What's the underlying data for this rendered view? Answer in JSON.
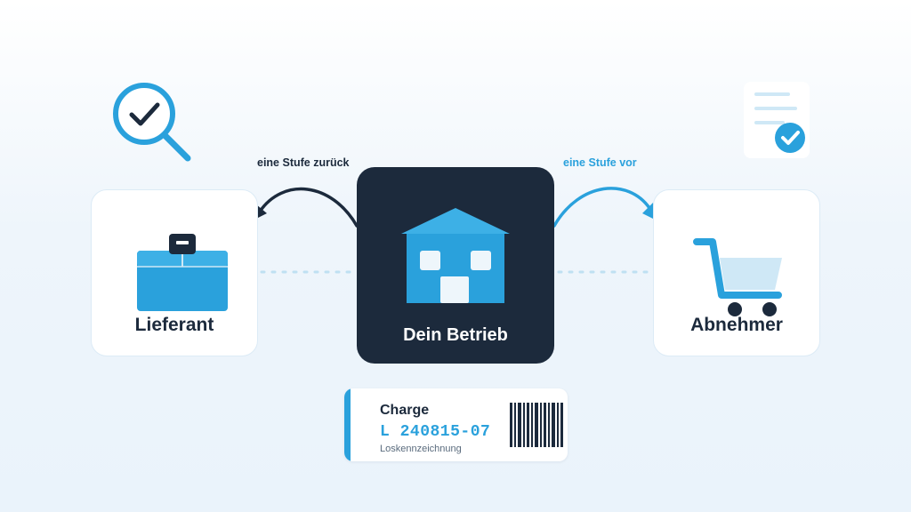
{
  "nodes": {
    "supplier": {
      "label": "Lieferant",
      "icon": "toolbox-icon"
    },
    "business": {
      "label": "Dein Betrieb",
      "icon": "house-icon"
    },
    "customer": {
      "label": "Abnehmer",
      "icon": "shopping-cart-icon"
    }
  },
  "arrows": {
    "back": {
      "label": "eine Stufe zurück",
      "color": "#1c2a3c"
    },
    "forward": {
      "label": "eine Stufe vor",
      "color": "#2aa1dc"
    }
  },
  "decorations": {
    "search": {
      "icon": "magnifier-check-icon"
    },
    "document": {
      "icon": "document-check-icon"
    }
  },
  "batch": {
    "title": "Charge",
    "number": "L 240815-07",
    "caption": "Loskennzeichnung",
    "barcode_icon": "barcode-icon"
  },
  "colors": {
    "dark": "#1c2a3c",
    "accent": "#2aa1dc",
    "light_accent": "#cfe8f6"
  }
}
